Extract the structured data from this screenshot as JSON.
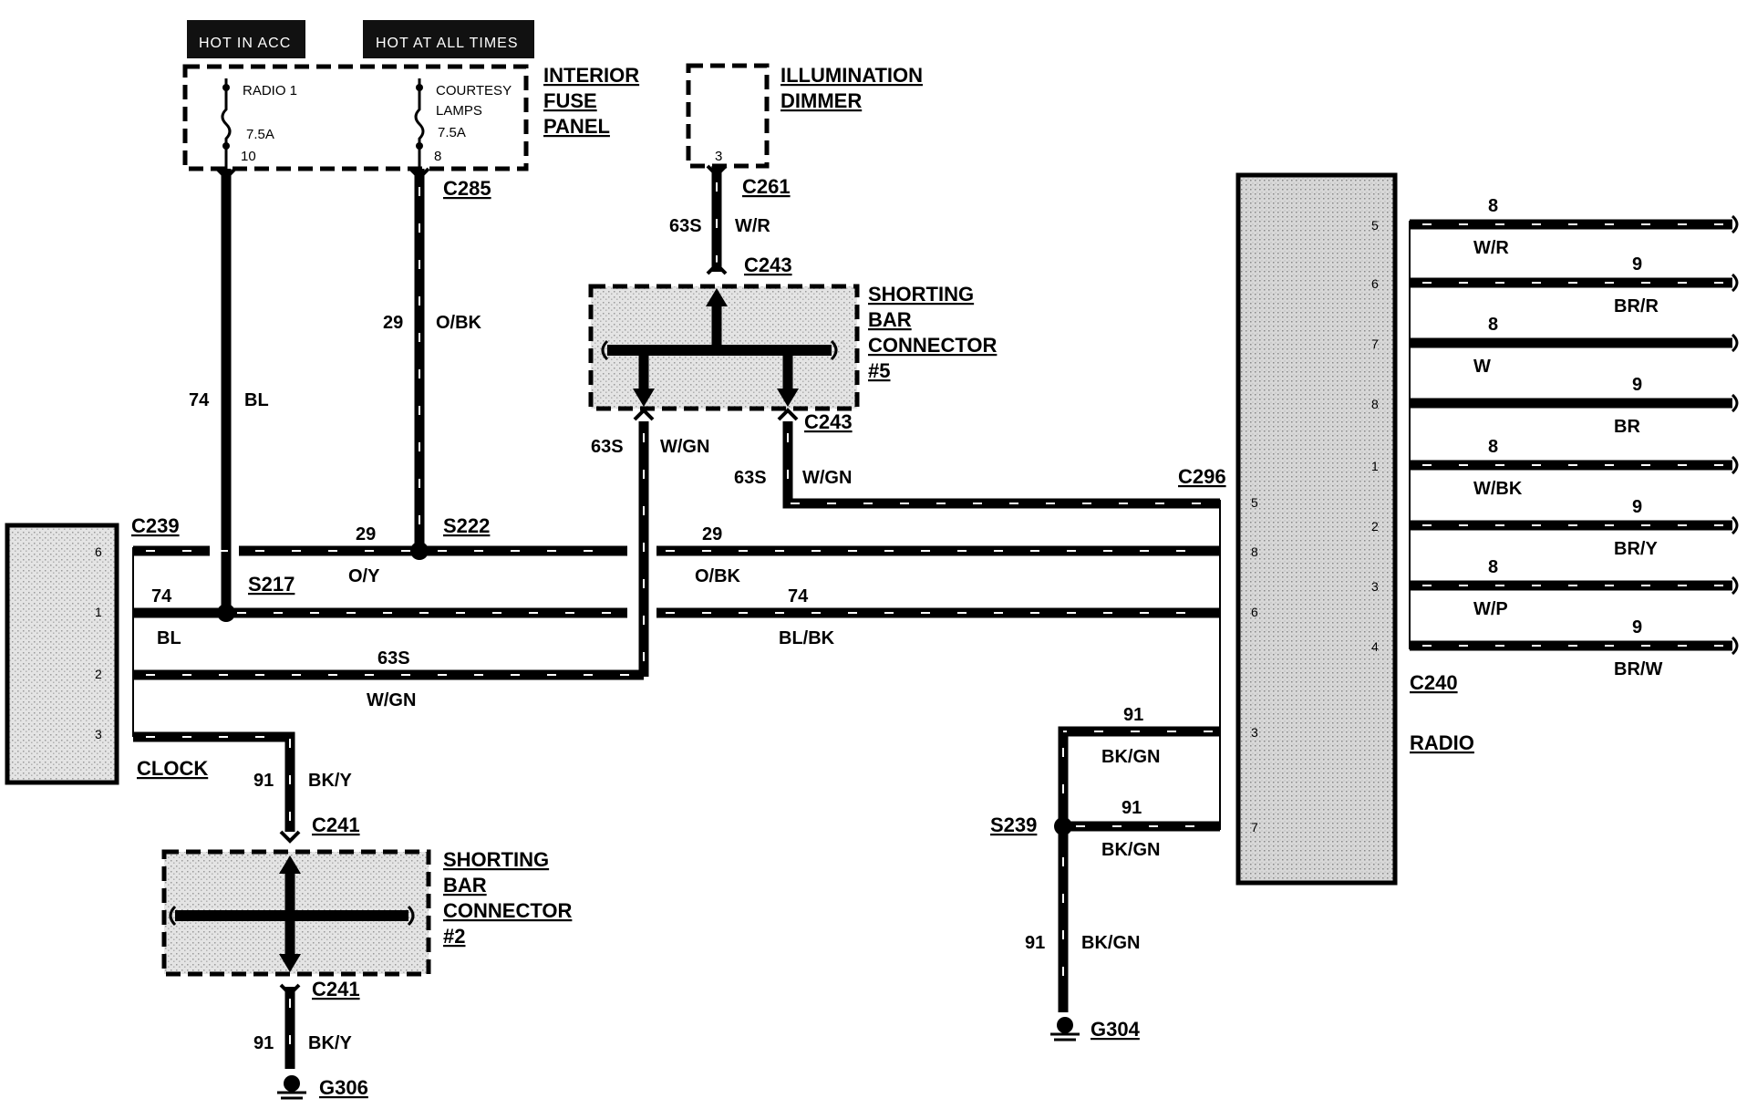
{
  "headers": {
    "hot_in_acc": "HOT IN ACC",
    "hot_at_all_times": "HOT AT ALL TIMES"
  },
  "fuse_panel": {
    "title_1": "INTERIOR",
    "title_2": "FUSE",
    "title_3": "PANEL",
    "fuse1_name": "RADIO 1",
    "fuse1_rating": "7.5A",
    "fuse1_pin": "10",
    "fuse2_name_1": "COURTESY",
    "fuse2_name_2": "LAMPS",
    "fuse2_rating": "7.5A",
    "fuse2_pin": "8",
    "connector": "C285"
  },
  "dimmer": {
    "title_1": "ILLUMINATION",
    "title_2": "DIMMER",
    "pin": "3",
    "connector": "C261"
  },
  "shorting_bar_5": {
    "title_1": "SHORTING",
    "title_2": "BAR",
    "title_3": "CONNECTOR",
    "title_4": "#5",
    "connector_top": "C243",
    "connector_bottom": "C243"
  },
  "shorting_bar_2": {
    "title_1": "SHORTING",
    "title_2": "BAR",
    "title_3": "CONNECTOR",
    "title_4": "#2",
    "connector_top": "C241",
    "connector_bottom": "C241"
  },
  "clock": {
    "name": "CLOCK",
    "connector": "C239",
    "pins": [
      "6",
      "1",
      "2",
      "3"
    ]
  },
  "radio": {
    "name": "RADIO",
    "connector_left": "C296",
    "connector_right": "C240",
    "left_pins": [
      "5",
      "8",
      "6",
      "3",
      "7"
    ],
    "right_pins": [
      "5",
      "6",
      "7",
      "8",
      "1",
      "2",
      "3",
      "4"
    ]
  },
  "splices": {
    "s217": "S217",
    "s222": "S222",
    "s239": "S239"
  },
  "grounds": {
    "g306": "G306",
    "g304": "G304"
  },
  "wires": {
    "w74_bl": {
      "circuit": "74",
      "color": "BL"
    },
    "w29_obk": {
      "circuit": "29",
      "color": "O/BK"
    },
    "w63s_wr": {
      "circuit": "63S",
      "color": "W/R"
    },
    "w63s_wgn_a": {
      "circuit": "63S",
      "color": "W/GN"
    },
    "w63s_wgn_b": {
      "circuit": "63S",
      "color": "W/GN"
    },
    "w29_oy": {
      "circuit": "29",
      "color": "O/Y"
    },
    "w29_obk_b": {
      "circuit": "29",
      "color": "O/BK"
    },
    "w74_bl_b": {
      "circuit": "74",
      "color": "BL"
    },
    "w74_blbk": {
      "circuit": "74",
      "color": "BL/BK"
    },
    "w63s_wgn_c": {
      "circuit": "63S",
      "color": "W/GN"
    },
    "w91_bky_a": {
      "circuit": "91",
      "color": "BK/Y"
    },
    "w91_bky_b": {
      "circuit": "91",
      "color": "BK/Y"
    },
    "w91_bkgn_a": {
      "circuit": "91",
      "color": "BK/GN"
    },
    "w91_bkgn_b": {
      "circuit": "91",
      "color": "BK/GN"
    },
    "w91_bkgn_c": {
      "circuit": "91",
      "color": "BK/GN"
    }
  },
  "speaker_wires": [
    {
      "circuit": "8",
      "color": "W/R"
    },
    {
      "circuit": "9",
      "color": "BR/R"
    },
    {
      "circuit": "8",
      "color": "W"
    },
    {
      "circuit": "9",
      "color": "BR"
    },
    {
      "circuit": "8",
      "color": "W/BK"
    },
    {
      "circuit": "9",
      "color": "BR/Y"
    },
    {
      "circuit": "8",
      "color": "W/P"
    },
    {
      "circuit": "9",
      "color": "BR/W"
    }
  ]
}
